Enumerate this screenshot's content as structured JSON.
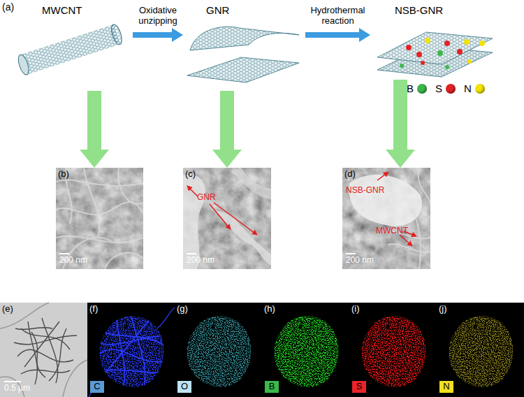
{
  "diagram": {
    "nodes": [
      {
        "text": [
          "MWCNT"
        ]
      },
      {
        "text": [
          "GNR"
        ]
      },
      {
        "text": [
          "NSB-GNR"
        ]
      },
      {
        "text": [
          "(b)",
          "200 nm"
        ]
      },
      {
        "text": [
          "(c)",
          "GNR",
          "200 nm"
        ]
      },
      {
        "text": [
          "(d)",
          "NSB-GNR",
          "MWCNT",
          "200 nm"
        ]
      },
      {
        "text": [
          "(e)",
          "0.5 µm"
        ]
      },
      {
        "text": [
          "(f)",
          "C"
        ]
      },
      {
        "text": [
          "(g)",
          "O"
        ]
      },
      {
        "text": [
          "(h)",
          "B"
        ]
      },
      {
        "text": [
          "(i)",
          "S"
        ]
      },
      {
        "text": [
          "(j)",
          "N"
        ]
      }
    ],
    "edges": [
      {
        "from": 0,
        "to": 1,
        "label": "Oxidative unzipping",
        "arrow": "to"
      },
      {
        "from": 1,
        "to": 2,
        "label": "Hydrothermal reaction",
        "arrow": "to"
      },
      {
        "from": 0,
        "to": 3,
        "arrow": "to"
      },
      {
        "from": 1,
        "to": 4,
        "arrow": "to"
      },
      {
        "from": 2,
        "to": 5,
        "arrow": "to"
      }
    ],
    "labels": [
      "(a)"
    ],
    "legend": [
      {
        "text": "B",
        "color": "#3cb84a"
      },
      {
        "text": "S",
        "color": "#e32226"
      },
      {
        "text": "N",
        "color": "#f2e400"
      }
    ]
  }
}
